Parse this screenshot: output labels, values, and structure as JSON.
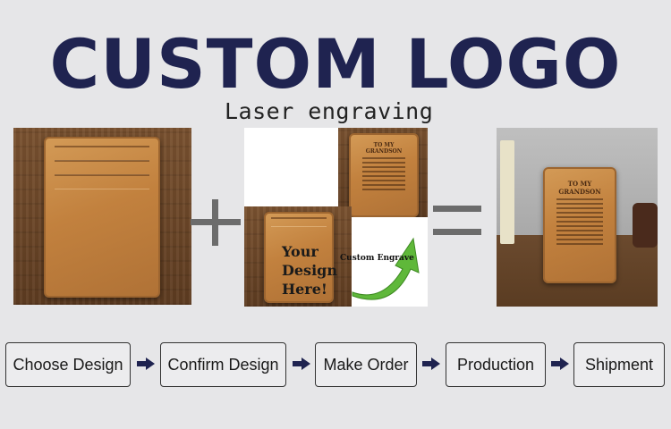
{
  "header": {
    "title": "CUSTOM LOGO",
    "subtitle": "Laser engraving"
  },
  "panels": {
    "template_text": [
      "Your",
      "Design",
      "Here!"
    ],
    "engrave_badge": "Custom Engrave",
    "wallet_heading": "TO MY GRANDSON"
  },
  "steps": [
    {
      "label": "Choose Design"
    },
    {
      "label": "Confirm Design"
    },
    {
      "label": "Make Order"
    },
    {
      "label": "Production"
    },
    {
      "label": "Shipment"
    }
  ],
  "colors": {
    "title": "#1f2350",
    "leather": "#c2813e",
    "wood": "#6a4528",
    "arrow": "#1f2350",
    "engrave_arrow": "#5fb83a"
  }
}
